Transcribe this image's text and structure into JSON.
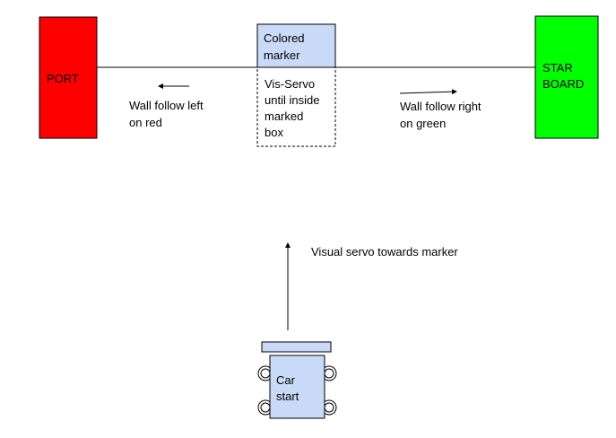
{
  "port_box": {
    "label": "PORT",
    "color": "#ff0000"
  },
  "starboard_box": {
    "label_lines": [
      "STAR",
      "BOARD"
    ],
    "color": "#00ff00"
  },
  "colored_marker": {
    "label_lines": [
      "Colored",
      "marker"
    ],
    "color": "#c9daf8"
  },
  "marked_box": {
    "label_lines": [
      "Vis-Servo",
      "until inside",
      "marked",
      "box"
    ]
  },
  "wall_follow_left": {
    "label_lines": [
      "Wall follow left",
      "on red"
    ]
  },
  "wall_follow_right": {
    "label_lines": [
      "Wall follow right",
      "on green"
    ]
  },
  "visual_servo": {
    "label": "Visual servo towards marker"
  },
  "car": {
    "label_lines": [
      "Car",
      "start"
    ],
    "color": "#c9daf8"
  }
}
